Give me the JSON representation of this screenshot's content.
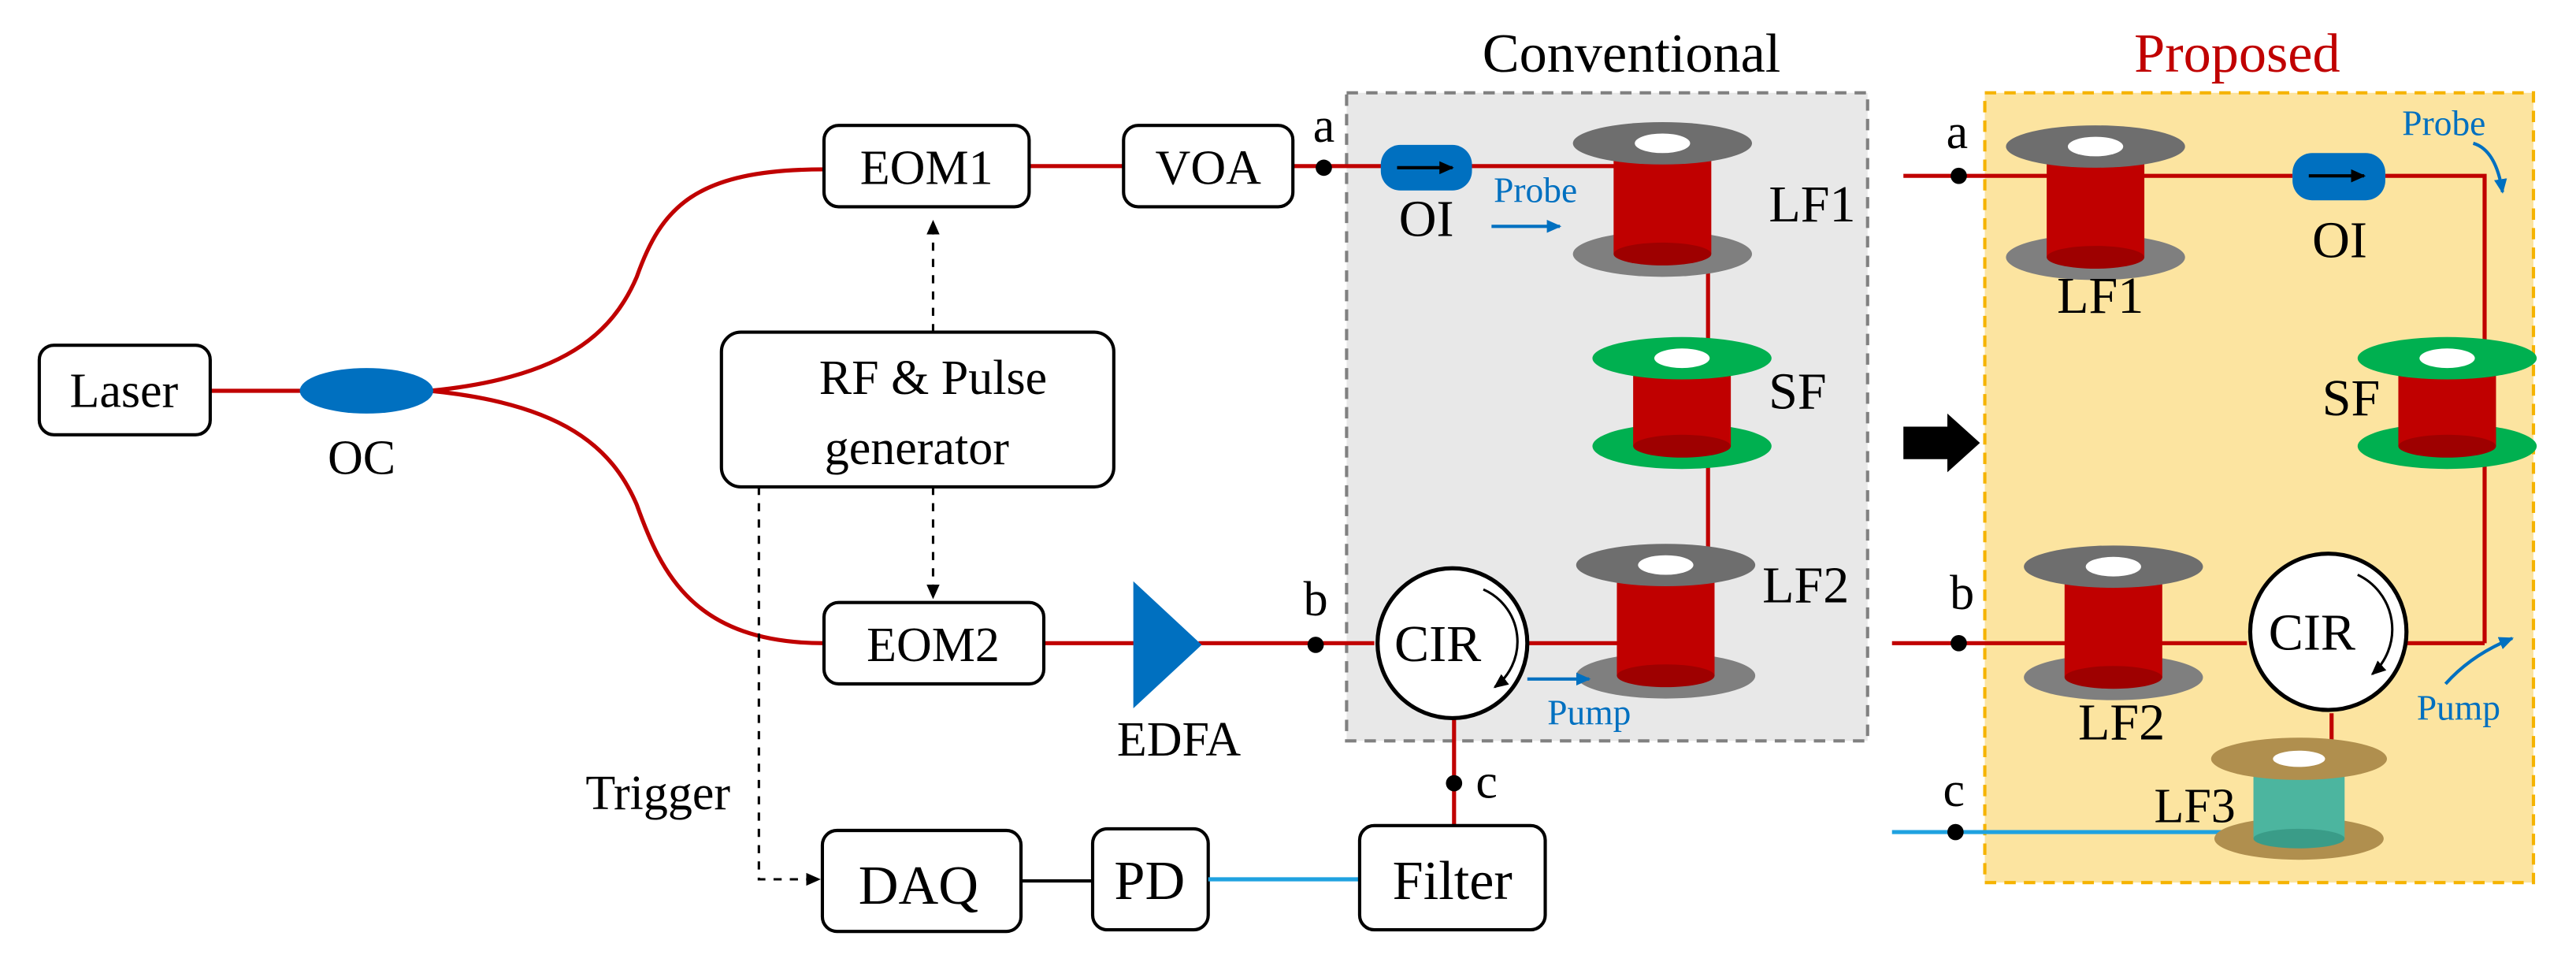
{
  "headings": {
    "conventional": "Conventional",
    "proposed": "Proposed"
  },
  "blocks": {
    "laser": "Laser",
    "eom1": "EOM1",
    "eom2": "EOM2",
    "voa": "VOA",
    "rf_line1": "RF & Pulse",
    "rf_line2": "generator",
    "daq": "DAQ",
    "pd": "PD",
    "filter": "Filter"
  },
  "labels": {
    "oc": "OC",
    "edfa": "EDFA",
    "trigger": "Trigger",
    "a": "a",
    "b": "b",
    "c": "c"
  },
  "components": {
    "oi": "OI",
    "cir": "CIR",
    "lf1": "LF1",
    "lf2": "LF2",
    "lf3": "LF3",
    "sf": "SF",
    "probe": "Probe",
    "pump": "Pump"
  },
  "colors": {
    "fiber": "#c00000",
    "detect_fiber": "#1fa2e0",
    "accent_blue": "#0070c0",
    "proposed_red": "#c00000",
    "conventional_bg": "#e8e8e8",
    "proposed_bg": "#fce4a0",
    "proposed_border": "#f5b300",
    "spool_gray": "#7f7f7f",
    "spool_green": "#00b050",
    "spool_lf3": "#b08f4e",
    "spool_teal": "#4cb59f"
  }
}
